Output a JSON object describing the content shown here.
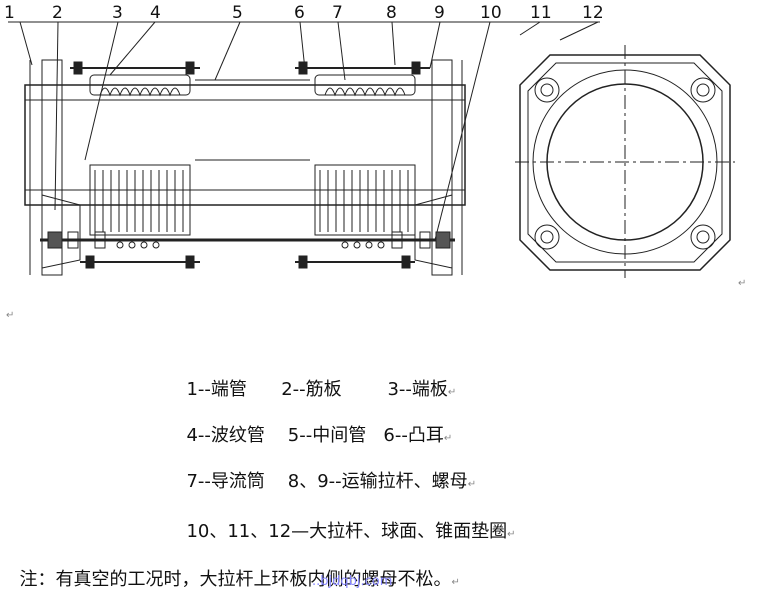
{
  "callouts": [
    "1",
    "2",
    "3",
    "4",
    "5",
    "6",
    "7",
    "8",
    "9",
    "10",
    "11",
    "12"
  ],
  "legend": [
    "1--端管      2--筋板        3--端板",
    "4--波纹管    5--中间管   6--凸耳",
    "7--导流筒    8、9--运输拉杆、螺母",
    "10、11、12—大拉杆、球面、锥面垫圈"
  ],
  "note": "注：有真空的工况时，大拉杆上环板内侧的螺母不松。",
  "paragraph_mark": "↵",
  "watermark": "..bjdqbj.com",
  "colors": {
    "line": "#222222",
    "ink": "#111111",
    "watermark": "#8888ff"
  }
}
